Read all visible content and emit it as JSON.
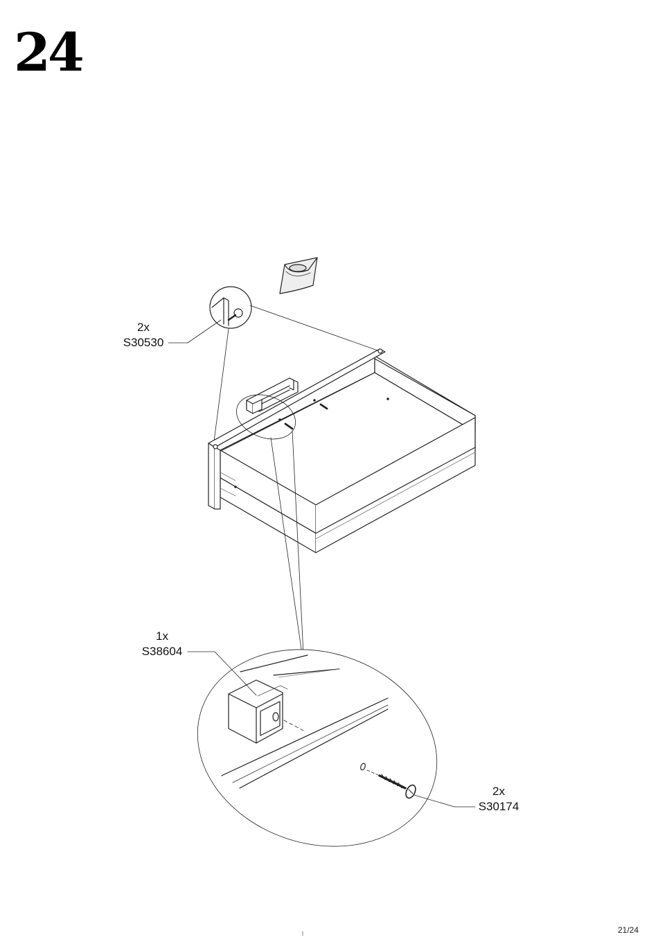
{
  "step": {
    "number": "24"
  },
  "callouts": {
    "hinge_screw": {
      "qty": "2x",
      "code": "S30530"
    },
    "handle": {
      "qty": "1x",
      "code": "S38604"
    },
    "screw": {
      "qty": "2x",
      "code": "S30174"
    }
  },
  "footer": {
    "page": "21/24"
  },
  "colors": {
    "line": "#222222",
    "paper": "#ffffff",
    "thin_line": "#555555"
  }
}
